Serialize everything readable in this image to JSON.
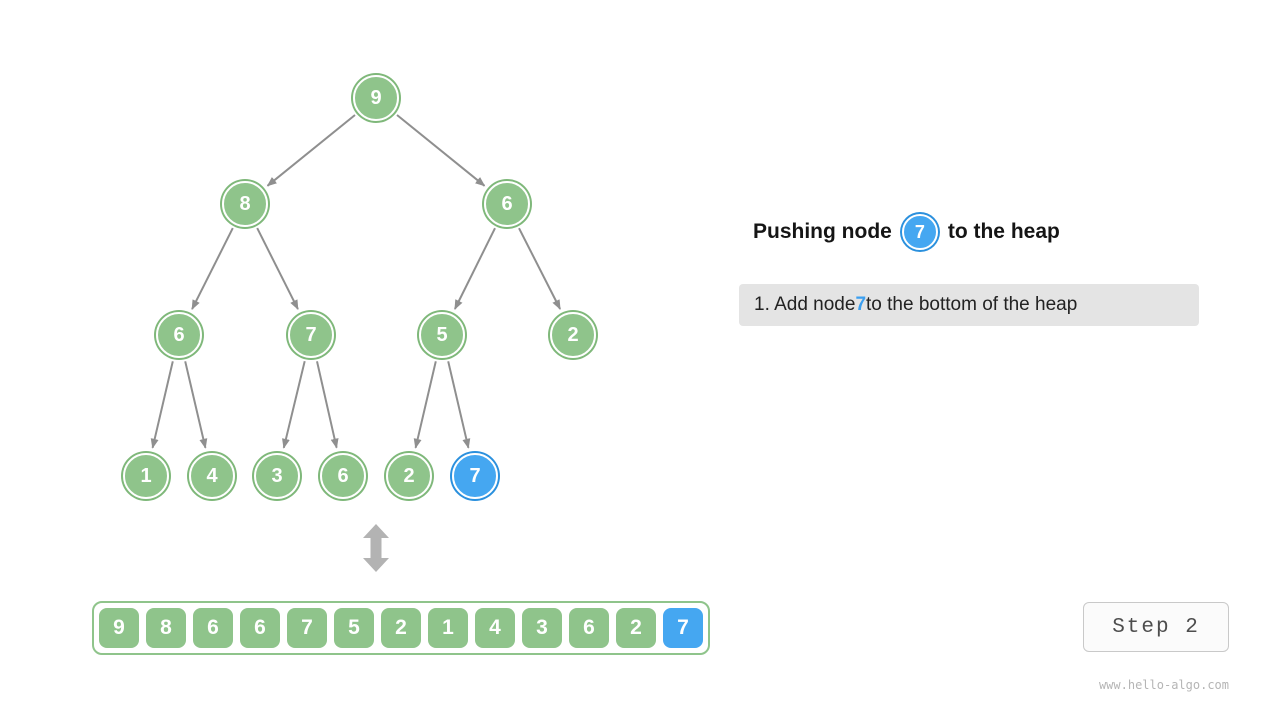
{
  "figure": {
    "caption": {
      "prefix": "Pushing node",
      "node_value": "7",
      "suffix": "to the heap"
    },
    "instruction": {
      "pre": "1. Add node ",
      "highlight": "7",
      "post": " to the bottom of the heap"
    },
    "step_label": "Step 2",
    "watermark": "www.hello-algo.com"
  },
  "tree": {
    "values": [
      "9",
      "8",
      "6",
      "6",
      "7",
      "5",
      "2",
      "1",
      "4",
      "3",
      "6",
      "2",
      "7"
    ],
    "highlight_index": 12
  },
  "array": {
    "values": [
      "9",
      "8",
      "6",
      "6",
      "7",
      "5",
      "2",
      "1",
      "4",
      "3",
      "6",
      "2",
      "7"
    ],
    "highlight_index": 12
  },
  "colors": {
    "node_green": "#8fc48b",
    "node_green_ring": "#7fb87a",
    "node_blue": "#45a7f1",
    "node_blue_ring": "#2b90dd",
    "arrow_gray": "#8f8f8f",
    "swap_arrow_gray": "#b3b3b3",
    "highlight_text": "#3b9ff0",
    "instruction_bg": "#e4e4e4"
  }
}
